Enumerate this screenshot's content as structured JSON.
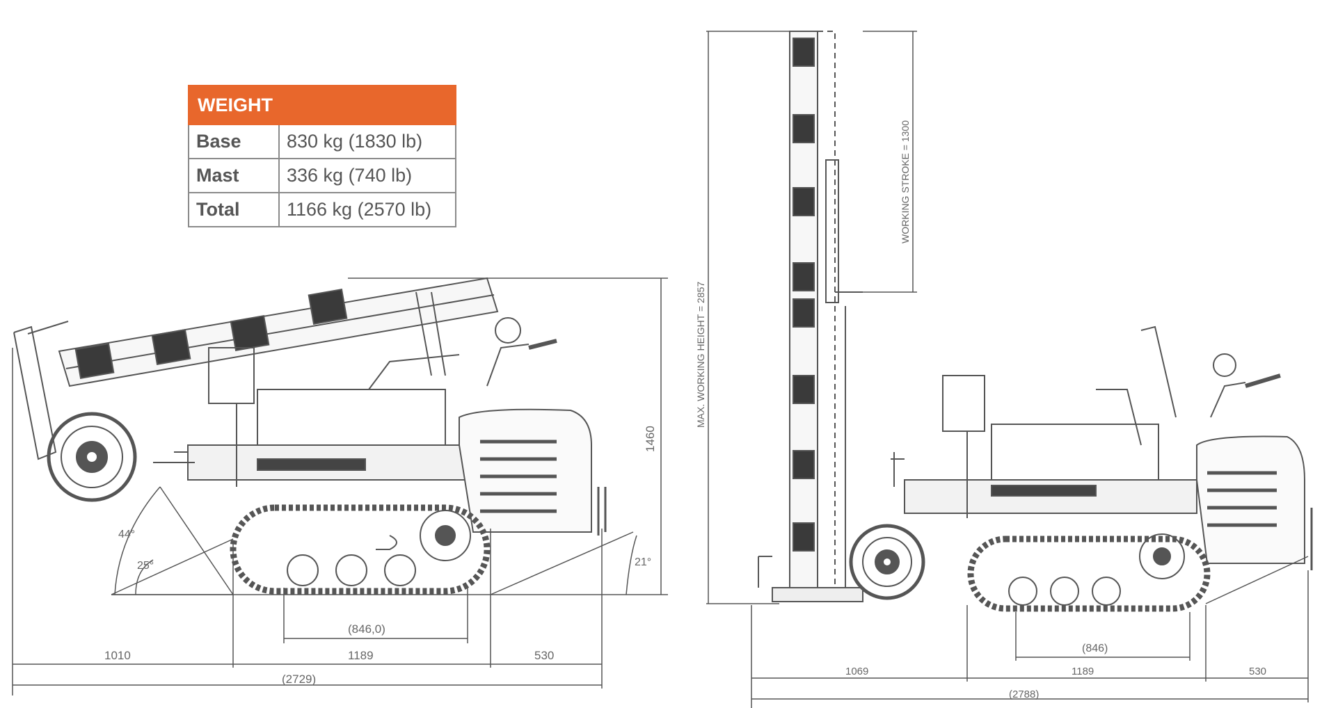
{
  "weight_table": {
    "header": "WEIGHT",
    "rows": [
      {
        "label": "Base",
        "value": "830 kg (1830 lb)"
      },
      {
        "label": "Mast",
        "value": "336 kg (740 lb)"
      },
      {
        "label": "Total",
        "value": "1166 kg (2570 lb)"
      }
    ]
  },
  "left_view": {
    "height": "1460",
    "angle_1": "44°",
    "angle_2": "25°",
    "angle_3": "21°",
    "track_inner": "(846,0)",
    "dim_front": "1010",
    "dim_wheelbase": "1189",
    "dim_rear": "530",
    "dim_total": "(2729)"
  },
  "right_view": {
    "max_working_height": "MAX. WORKING HEIGHT = 2857",
    "working_stroke": "WORKING STROKE = 1300",
    "track_inner": "(846)",
    "dim_front": "1069",
    "dim_wheelbase": "1189",
    "dim_rear": "530",
    "dim_total": "(2788)"
  },
  "colors": {
    "accent": "#e8672c",
    "line": "#555555"
  }
}
